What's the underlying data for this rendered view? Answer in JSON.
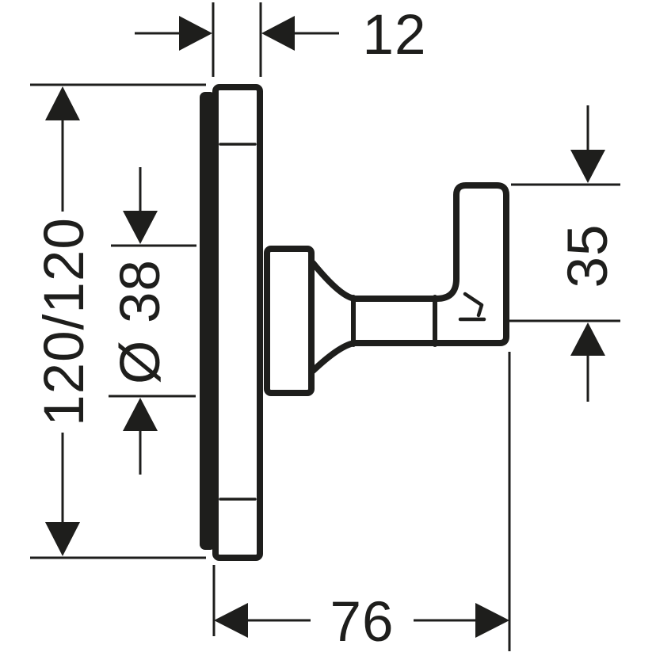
{
  "canvas": {
    "background": "#ffffff",
    "line_color": "#1e1e1c"
  },
  "drawing": {
    "subject": "wall hook side-view technical drawing",
    "dimensions": {
      "plate_depth": {
        "label": "12",
        "value": 12
      },
      "plate_height": {
        "label": "120/120"
      },
      "flange_diameter": {
        "label": "Ø 38",
        "value": 38
      },
      "hook_height": {
        "label": "35",
        "value": 35
      },
      "projection": {
        "label": "76",
        "value": 76
      }
    }
  }
}
